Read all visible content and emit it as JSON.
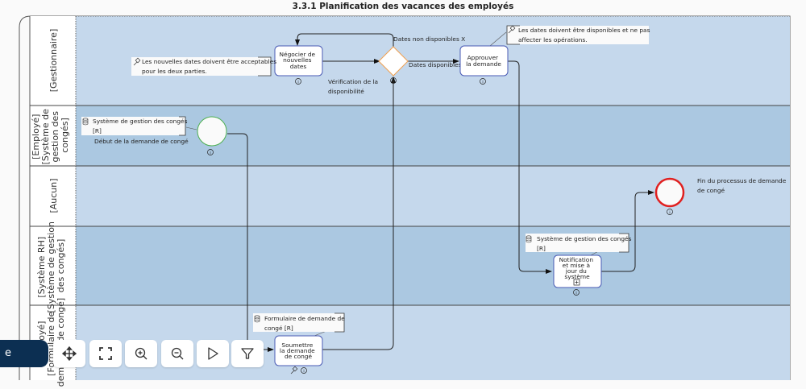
{
  "title": "3.3.1 Planification des vacances des employés",
  "lanes": [
    {
      "label_lines": [
        "[Gestionnaire]"
      ]
    },
    {
      "label_lines": [
        "[Employé]",
        "[Système de",
        "gestion des",
        "congés]"
      ]
    },
    {
      "label_lines": [
        "[Aucun]"
      ]
    },
    {
      "label_lines": [
        "[Système RH]",
        "[Système de gestion",
        "des congés]"
      ]
    },
    {
      "label_lines": [
        "[Employé]",
        "[Formulaire de",
        "demande de congé]"
      ]
    }
  ],
  "tasks": {
    "negotiate": {
      "lines": [
        "Négocier de",
        "nouvelles",
        "dates"
      ]
    },
    "approve": {
      "lines": [
        "Approuver",
        "la demande"
      ]
    },
    "notify": {
      "lines": [
        "Notification",
        "et mise à",
        "jour du",
        "système"
      ]
    },
    "submit": {
      "lines": [
        "Soumettre",
        "la demande",
        "de congé"
      ]
    }
  },
  "gateway": {
    "label_lines": [
      "Vérification de la",
      "disponibilité"
    ]
  },
  "flows": {
    "not_available": "Dates non disponibles X",
    "available": "Dates disponibles"
  },
  "events": {
    "start": {
      "label": "Début de la demande de congé"
    },
    "end": {
      "label_lines": [
        "Fin du processus de demande",
        "de congé"
      ]
    }
  },
  "annotations": {
    "negotiate_rule": [
      "Les nouvelles dates doivent être acceptables",
      "pour les deux parties."
    ],
    "approve_rule": [
      "Les dates doivent être disponibles et ne pas",
      "affecter les opérations."
    ],
    "start_data": [
      "Système de gestion des congés",
      "[R]"
    ],
    "notify_data": [
      "Système de gestion des congés",
      "[R]"
    ],
    "submit_data": [
      "Formulaire de demande de",
      "congé [R]"
    ]
  },
  "toolbar": {
    "pill_label": "e",
    "buttons": [
      "move",
      "fit-screen",
      "zoom-in",
      "zoom-out",
      "play",
      "filter"
    ]
  },
  "colors": {
    "lane_light": "#c5d8ec",
    "lane_dark": "#abc8e1",
    "task_border": "#4a5bb5",
    "gateway_border": "#f0a050",
    "start_border": "#4caf50",
    "end_border": "#e02020",
    "toolbar_pill": "#0c2f52"
  }
}
